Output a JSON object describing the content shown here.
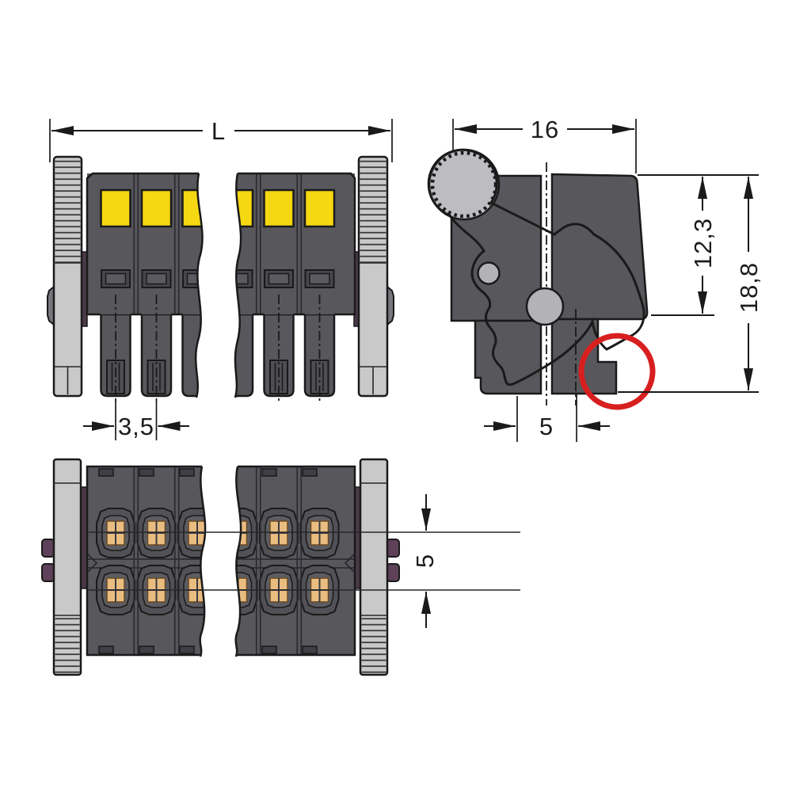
{
  "drawing": {
    "type": "technical dimension drawing",
    "subject": "pluggable 2-row terminal block female connector with push-buttons, strain-relief plates and locking lever",
    "background": "#ffffff",
    "colors": {
      "housing_gray": "#57575c",
      "housing_dark": "#46464c",
      "panel_gray": "#c9c9c9",
      "lever_gray": "#bdbdc1",
      "pivot_gray": "#b2b2b7",
      "button_yellow": "#f5d712",
      "contact_orange": "#e9bc80",
      "gasket_purple": "#4b3947",
      "tab_purple": "#5e4158",
      "highlight_red": "#d81f1f",
      "line_black": "#1a1a1a"
    },
    "views": {
      "front": {
        "dim_overall_length": "L",
        "dim_pole_pitch": "3,5"
      },
      "side": {
        "dim_width": "16",
        "dim_upper_height": "12,3",
        "dim_total_height": "18,8",
        "dim_row_pitch": "5"
      },
      "top": {
        "dim_row_spacing": "5"
      }
    }
  }
}
